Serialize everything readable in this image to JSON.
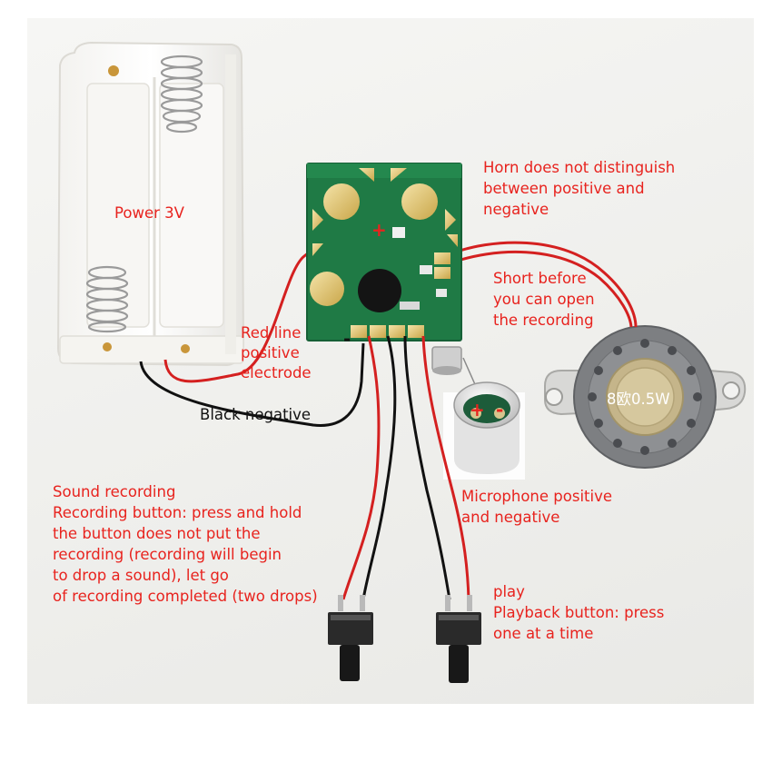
{
  "labels": {
    "power": "Power 3V",
    "horn": [
      "Horn does not distinguish",
      "between positive and",
      "negative"
    ],
    "short": [
      "Short before",
      "you can open",
      "the recording"
    ],
    "red_line": [
      "Red line",
      "positive",
      "electrode"
    ],
    "black_negative": "Black negative",
    "speaker_rating": "8欧0.5W",
    "microphone": [
      "Microphone positive",
      "and negative"
    ],
    "sound_recording": [
      "Sound recording",
      "Recording button: press and hold",
      "the button does not put the",
      "recording (recording will begin",
      "to drop a sound), let go",
      "of recording completed (two drops)"
    ],
    "play": [
      "play",
      "Playback button: press",
      "one at a time"
    ],
    "plus_mark": "+",
    "minus_mark": "-"
  },
  "colors": {
    "annotation_text": "#e8231e",
    "pcb_green": "#1f7a45",
    "wire_red": "#d42020",
    "wire_black": "#111111"
  }
}
